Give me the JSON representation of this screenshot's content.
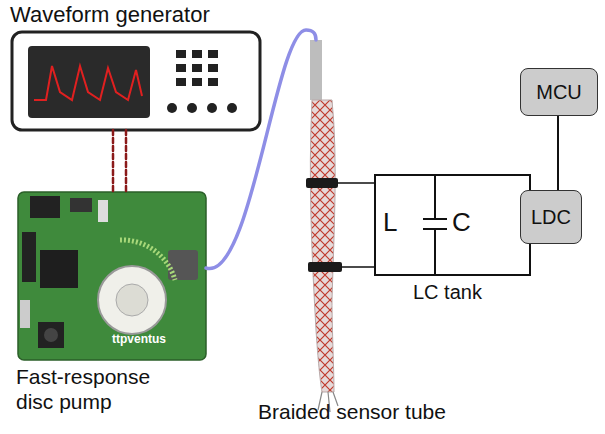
{
  "diagram": {
    "nodes": [
      {
        "text": [
          "Waveform generator"
        ]
      },
      {
        "text": [
          "Fast-response disc pump"
        ]
      },
      {
        "text": [
          "Braided sensor tube"
        ]
      },
      {
        "text": [
          "LC tank"
        ]
      },
      {
        "text": [
          "LDC"
        ]
      },
      {
        "text": [
          "MCU"
        ]
      }
    ],
    "edges": [
      {
        "from": 0,
        "to": 1,
        "arrow": "none"
      },
      {
        "from": 1,
        "to": 2,
        "arrow": "none"
      },
      {
        "from": 2,
        "to": 3,
        "arrow": "none"
      },
      {
        "from": 3,
        "to": 4,
        "arrow": "none"
      },
      {
        "from": 4,
        "to": 5,
        "arrow": "none"
      }
    ],
    "labels": [
      "L",
      "C",
      "ttpventus"
    ]
  }
}
